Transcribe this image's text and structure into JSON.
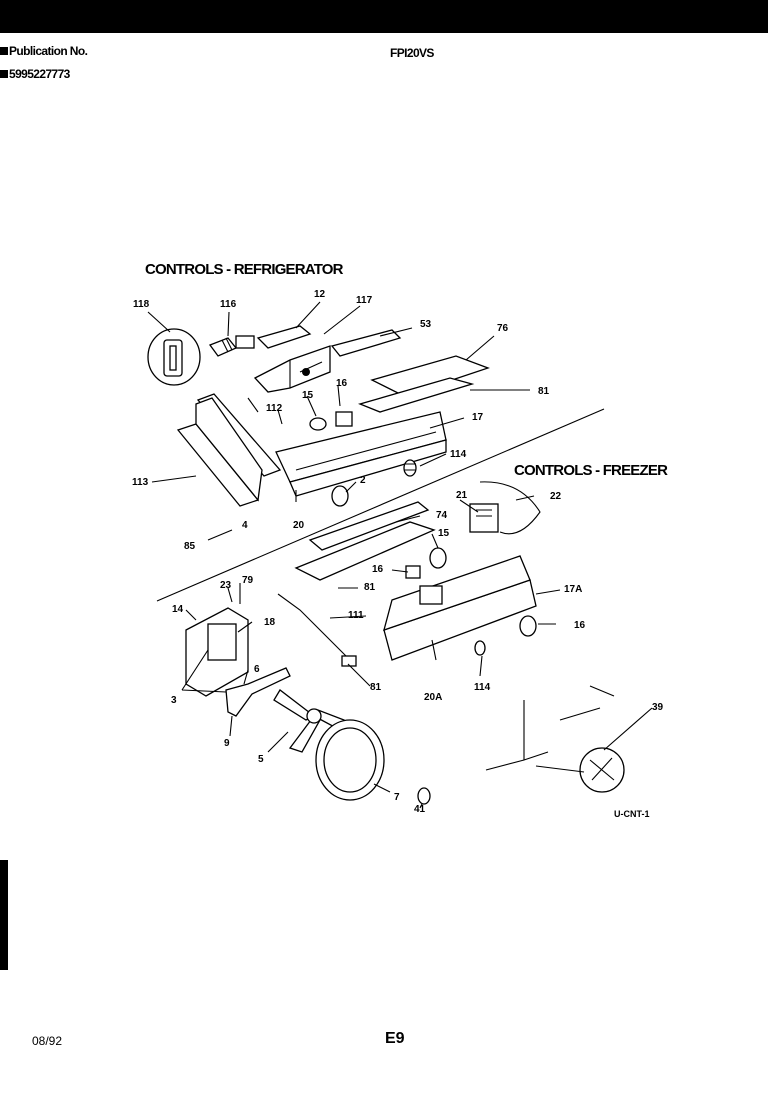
{
  "header": {
    "publication_label": "Publication No.",
    "publication_number": "5995227773",
    "model": "FPI20VS"
  },
  "sections": {
    "refrigerator_title": "CONTROLS - REFRIGERATOR",
    "freezer_title": "CONTROLS - FREEZER"
  },
  "callouts": {
    "c118": "118",
    "c116": "116",
    "c12": "12",
    "c117": "117",
    "c53": "53",
    "c76": "76",
    "c81a": "81",
    "c16a": "16",
    "c15a": "15",
    "c112": "112",
    "c17": "17",
    "c114a": "114",
    "c113": "113",
    "c2": "2",
    "c20": "20",
    "c4": "4",
    "c85": "85",
    "c21": "21",
    "c22": "22",
    "c74": "74",
    "c15b": "15",
    "c16b": "16",
    "c81b": "81",
    "c23": "23",
    "c79": "79",
    "c14": "14",
    "c18": "18",
    "c111": "111",
    "c17A": "17A",
    "c16c": "16",
    "c3": "3",
    "c6": "6",
    "c81c": "81",
    "c20A": "20A",
    "c114b": "114",
    "c9": "9",
    "c5": "5",
    "c7": "7",
    "c41": "41",
    "c39": "39"
  },
  "detail_code": "U-CNT-1",
  "footer": {
    "date": "08/92",
    "page": "E9"
  }
}
